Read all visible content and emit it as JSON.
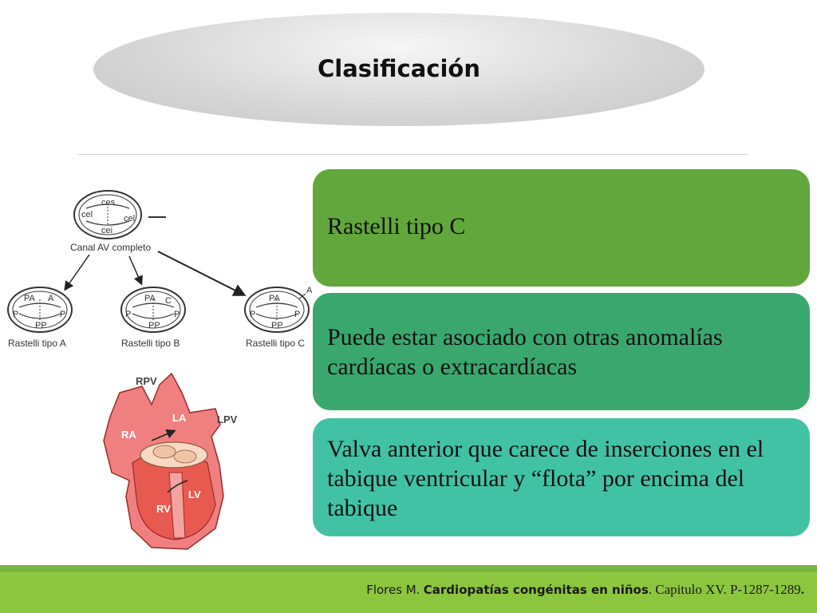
{
  "slide": {
    "title": "Clasificación",
    "boxes": [
      {
        "text": "Rastelli tipo C",
        "color": "#62a73b"
      },
      {
        "text": "Puede estar asociado con otras anomalías cardíacas o extracardíacas",
        "color": "#3aa86e"
      },
      {
        "text": "Valva anterior que carece de inserciones en el tabique ventricular y “flota” por encima del tabique",
        "color": "#42c2a4"
      }
    ],
    "schematic": {
      "top_labels": [
        "ces",
        "cel",
        "cel",
        "cei"
      ],
      "top_caption": "Canal AV completo",
      "types": [
        {
          "caption": "Rastelli tipo A",
          "labels": [
            "PA",
            "A",
            "P",
            "P",
            "PP"
          ]
        },
        {
          "caption": "Rastelli tipo B",
          "labels": [
            "PA",
            "C",
            "P",
            "P",
            "PP"
          ]
        },
        {
          "caption": "Rastelli tipo C",
          "labels": [
            "PA",
            "A",
            "P",
            "P",
            "PP"
          ]
        }
      ]
    },
    "heart_labels": [
      "RPV",
      "LA",
      "LPV",
      "RA",
      "LV",
      "RV"
    ],
    "citation": {
      "author": "Flores M.",
      "book": "Cardiopatías congénitas en niños",
      "rest": ". Capitulo XV. P-1287-1289",
      "end": "."
    }
  }
}
